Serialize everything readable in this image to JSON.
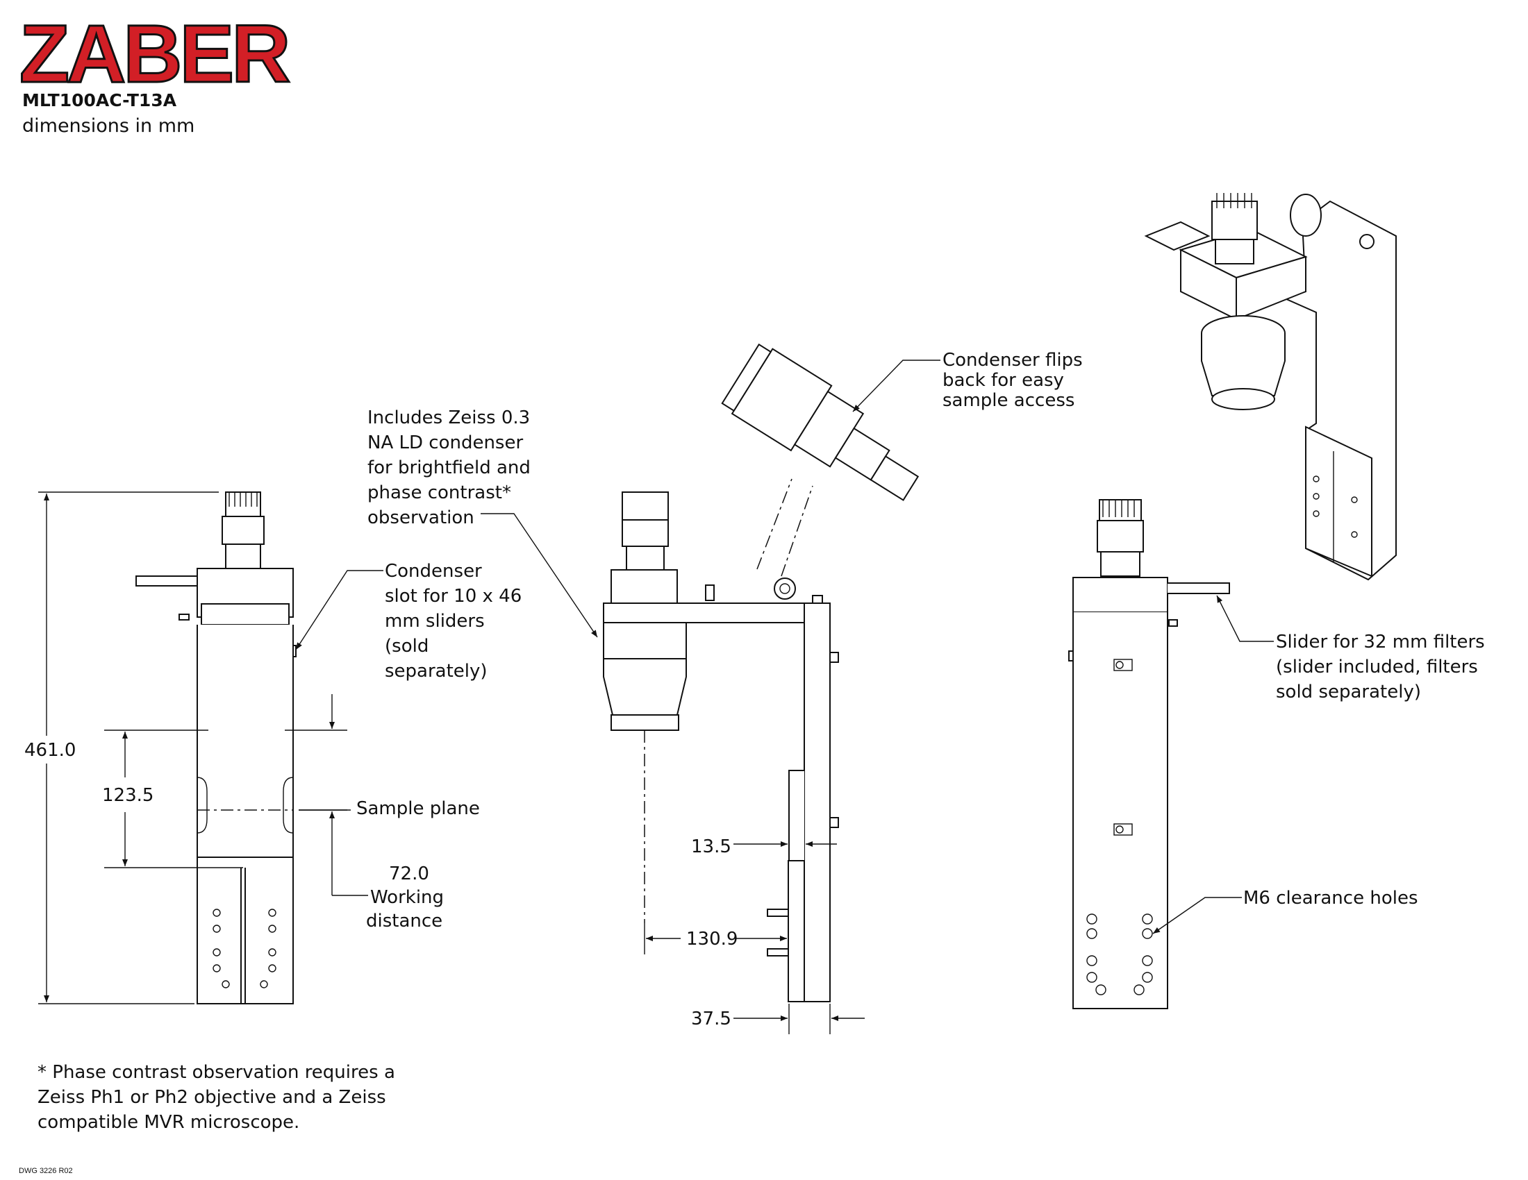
{
  "header": {
    "logo": "ZABER",
    "model": "MLT100AC-T13A",
    "units": "dimensions in mm",
    "brand_color": "#d21f26"
  },
  "front_view": {
    "dim_overall_height": "461.0",
    "dim_condenser_to_sample": "123.5",
    "sample_plane_label": "Sample plane",
    "working_distance_value": "72.0",
    "working_distance_label": [
      "Working",
      "distance"
    ],
    "condenser_slot_note": [
      "Condenser",
      "slot for 10 x 46",
      "mm sliders",
      "(sold",
      "separately)"
    ]
  },
  "side_view": {
    "condenser_note": [
      "Includes Zeiss 0.3",
      "NA LD condenser",
      "for brightfield and",
      "phase contrast*",
      "observation"
    ],
    "flip_note": [
      "Condenser flips",
      "back for easy",
      "sample access"
    ],
    "dim_plate_thickness": "13.5",
    "dim_axis_offset": "130.9",
    "dim_base_depth": "37.5"
  },
  "back_view": {
    "slider_note": [
      "Slider for 32 mm filters",
      "(slider included, filters",
      "sold separately)"
    ],
    "holes_note": "M6 clearance holes"
  },
  "footnote": [
    "* Phase contrast observation requires a",
    "Zeiss Ph1 or Ph2 objective and a Zeiss",
    "compatible MVR microscope."
  ],
  "drawing_number": "DWG 3226 R02"
}
